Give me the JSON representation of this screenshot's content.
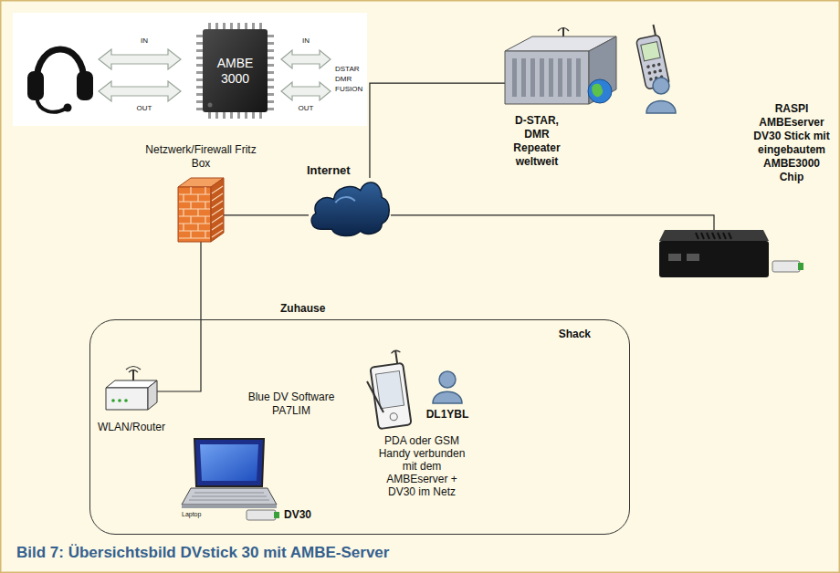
{
  "diagram": {
    "caption": "Bild 7: Übersichtsbild DVstick 30 mit AMBE-Server",
    "nodes": [
      {
        "text": [
          "AMBE 3000"
        ]
      },
      {
        "text": [
          "Netzwerk/Firewall Fritz Box"
        ]
      },
      {
        "text": [
          "Internet"
        ]
      },
      {
        "text": [
          "D-STAR, DMR Repeater weltweit"
        ]
      },
      {
        "text": [
          "RASPI AMBEserver DV30 Stick mit eingebautem AMBE3000 Chip"
        ]
      },
      {
        "text": [
          "Zuhause",
          "Shack"
        ]
      },
      {
        "text": [
          "WLAN/Router"
        ],
        "in": 5
      },
      {
        "text": [
          "Laptop"
        ],
        "in": 5
      }
    ],
    "edges": [
      {
        "from": 1,
        "to": 2,
        "arrow": "none"
      },
      {
        "from": 2,
        "to": 3,
        "arrow": "none"
      },
      {
        "from": 2,
        "to": 4,
        "arrow": "none"
      },
      {
        "from": 1,
        "to": 6,
        "arrow": "none"
      }
    ],
    "labels": [
      "IN",
      "OUT",
      "IN",
      "OUT",
      "DSTAR DMR FUSION",
      "Blue DV Software PA7LIM",
      "DL1YBL",
      "PDA oder GSM Handy verbunden mit dem AMBEserver + DV30 im Netz",
      "DV30"
    ]
  }
}
